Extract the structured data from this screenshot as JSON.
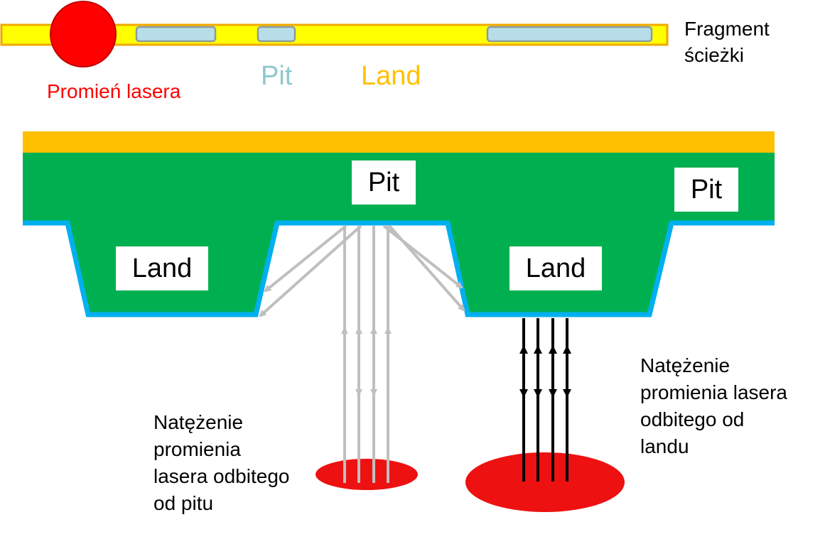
{
  "colors": {
    "track": "#FFFF00",
    "track_border": "#F0A800",
    "laser": "#FF0000",
    "pit": "#8FC8CC",
    "pit_fill": "#B7DEE8",
    "land": "#FFC000",
    "disc": "#00B050",
    "reflective": "#00B0F0",
    "gray_arrow": "#BFBFBF",
    "black_arrow": "#000000",
    "intensity_spot": "#EE1111"
  },
  "track": {
    "title_line1": "Fragment",
    "title_line2": "ścieżki",
    "laser_label": "Promień lasera",
    "pit_label": "Pit",
    "land_label": "Land"
  },
  "cross_section": {
    "pit_center": "Pit",
    "pit_right": "Pit",
    "land_left": "Land",
    "land_right": "Land"
  },
  "captions": {
    "pit": [
      "Natężenie",
      "promienia",
      "lasera odbitego",
      "od pitu"
    ],
    "land": [
      "Natężenie",
      "promienia lasera",
      "odbitego  od",
      "landu"
    ]
  }
}
